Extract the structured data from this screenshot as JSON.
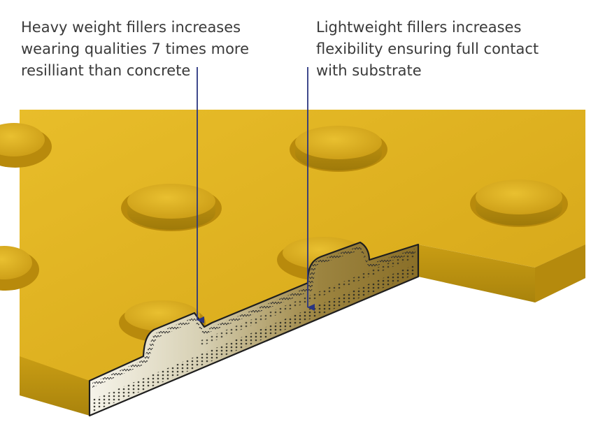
{
  "callouts": {
    "heavy": {
      "lines": [
        "Heavy weight fillers increases",
        "wearing qualities 7 times more",
        "resilliant than concrete"
      ]
    },
    "light": {
      "lines": [
        "Lightweight fillers increases",
        "flexibility ensuring full contact",
        "with substrate"
      ]
    }
  },
  "colors": {
    "tile_top": "#e2b422",
    "tile_side": "#b88d10",
    "cut_face_light": "#f4f1e4",
    "cut_face_dark": "#8c7430",
    "arrow": "#2a3580",
    "text": "#3a3a3a"
  }
}
